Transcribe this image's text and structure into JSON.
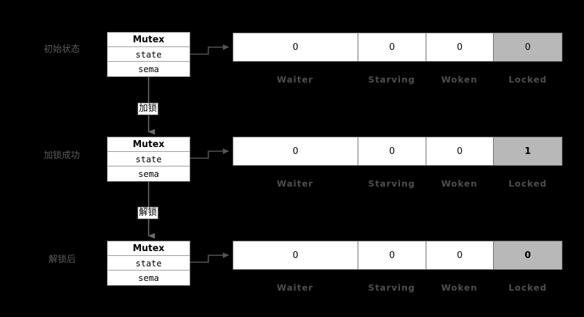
{
  "diagram": {
    "title_hidden": "",
    "background_color": "#000000",
    "line_color": "#707070",
    "highlight_color": "#b8b8b8",
    "label_color": "#5c5c5c",
    "caption_color": "#4e4e4e"
  },
  "columns": [
    {
      "name": "Waiter"
    },
    {
      "name": "Starving"
    },
    {
      "name": "Woken"
    },
    {
      "name": "Locked"
    }
  ],
  "stages": [
    {
      "id": "initial",
      "label": "初始状态",
      "struct": {
        "title": "Mutex",
        "fields": [
          {
            "name": "state"
          },
          {
            "name": "sema"
          }
        ]
      },
      "bits": [
        {
          "value": "0",
          "highlight": false,
          "bold": false
        },
        {
          "value": "0",
          "highlight": false,
          "bold": false
        },
        {
          "value": "0",
          "highlight": false,
          "bold": false
        },
        {
          "value": "0",
          "highlight": true,
          "bold": false
        }
      ]
    },
    {
      "id": "locked",
      "label": "加锁成功",
      "struct": {
        "title": "Mutex",
        "fields": [
          {
            "name": "state"
          },
          {
            "name": "sema"
          }
        ]
      },
      "bits": [
        {
          "value": "0",
          "highlight": false,
          "bold": false
        },
        {
          "value": "0",
          "highlight": false,
          "bold": false
        },
        {
          "value": "0",
          "highlight": false,
          "bold": false
        },
        {
          "value": "1",
          "highlight": true,
          "bold": true
        }
      ]
    },
    {
      "id": "unlocked",
      "label": "解锁后",
      "struct": {
        "title": "Mutex",
        "fields": [
          {
            "name": "state"
          },
          {
            "name": "sema"
          }
        ]
      },
      "bits": [
        {
          "value": "0",
          "highlight": false,
          "bold": false
        },
        {
          "value": "0",
          "highlight": false,
          "bold": false
        },
        {
          "value": "0",
          "highlight": false,
          "bold": false
        },
        {
          "value": "0",
          "highlight": true,
          "bold": true
        }
      ]
    }
  ],
  "transitions": [
    {
      "id": "lock",
      "label": "加锁"
    },
    {
      "id": "unlock",
      "label": "解锁"
    }
  ]
}
